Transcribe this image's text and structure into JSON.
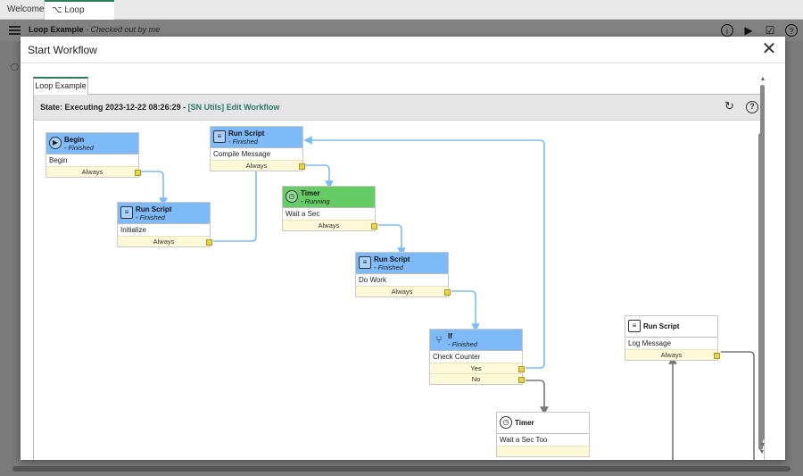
{
  "app": {
    "tabs": [
      {
        "label": "Welcome"
      },
      {
        "label": "Loop Example"
      }
    ],
    "header": {
      "title": "Loop Example",
      "subtitle": "- Checked out by me"
    }
  },
  "modal": {
    "title": "Start Workflow",
    "close_label": "✕",
    "tab_label": "Loop Example",
    "state": {
      "text": "State: Executing   2023-12-22 08:26:29 - ",
      "link": "[SN Utils] Edit Workflow"
    },
    "help_label": "?"
  },
  "colors": {
    "finished": "#7fbaf8",
    "running": "#66cc66",
    "exit_bg": "#fcf8d8",
    "link_active": "#7fbaf8",
    "link_inactive": "#777777",
    "accent": "#2e7d5b"
  },
  "nodes": {
    "begin": {
      "type": "Begin",
      "status": "- Finished",
      "name": "Begin",
      "exits": [
        "Always"
      ],
      "icon": "play-icon"
    },
    "initialize": {
      "type": "Run Script",
      "status": "- Finished",
      "name": "Initialize",
      "exits": [
        "Always"
      ],
      "icon": "script-icon"
    },
    "compile": {
      "type": "Run Script",
      "status": "- Finished",
      "name": "Compile Message",
      "exits": [
        "Always"
      ],
      "icon": "script-icon"
    },
    "wait": {
      "type": "Timer",
      "status": "- Running",
      "name": "Wait a Sec",
      "exits": [
        "Always"
      ],
      "icon": "timer-icon"
    },
    "dowork": {
      "type": "Run Script",
      "status": "- Finished",
      "name": "Do Work",
      "exits": [
        "Always"
      ],
      "icon": "script-icon"
    },
    "if": {
      "type": "If",
      "status": "- Finished",
      "name": "Check Counter",
      "exits": [
        "Yes",
        "No"
      ],
      "icon": "branch-icon"
    },
    "wait2": {
      "type": "Timer",
      "status": "",
      "name": "Wait a Sec Too",
      "exits": [],
      "icon": "timer-icon"
    },
    "log": {
      "type": "Run Script",
      "status": "",
      "name": "Log Message",
      "exits": [
        "Always"
      ],
      "icon": "script-icon"
    }
  }
}
